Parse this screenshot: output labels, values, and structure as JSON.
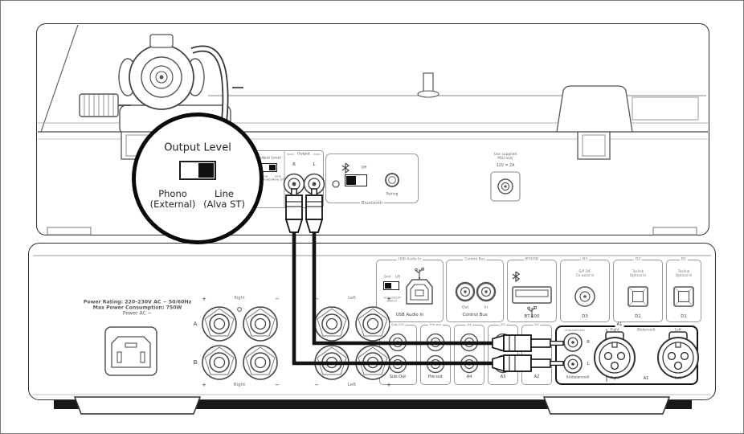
{
  "turntable": {
    "level": {
      "title": "Output Level",
      "phono": "Phono",
      "phono_sub": "(External)",
      "line": "Line",
      "line_sub": "(Alva ST)"
    },
    "output": {
      "label": "Output",
      "r": "R",
      "l": "L"
    },
    "bluetooth": {
      "label": "Bluetooth",
      "off": "Off",
      "pairing": "Pairing"
    },
    "power": {
      "note1": "Use supplied",
      "note2": "PSU only",
      "rating": "12V = 2A"
    }
  },
  "amp": {
    "power_lines": {
      "l1": "Power Rating: 220–230V AC ~ 50/60Hz",
      "l2": "Max Power Consumption: 750W",
      "l3": "Power AC ~"
    },
    "speakers": {
      "a": "A",
      "b": "B",
      "plus": "+",
      "minus": "−",
      "right": "Right",
      "left": "Left"
    },
    "usb_audio": {
      "name": "USB Audio In",
      "gnd": "Gnd",
      "lift": "Lift",
      "cap1": "Ground/Lift",
      "cap2": "Switch"
    },
    "control_bus": {
      "name": "Control Bus",
      "out": "Out",
      "in": "In"
    },
    "bt_usb": {
      "name": "BT/USB",
      "model": "BT 100"
    },
    "d3": {
      "name": "D3",
      "l1": "S/P DIF",
      "l2": "Co-axial In"
    },
    "d2": {
      "name": "D2",
      "l1": "Toslink",
      "l2": "Optical In"
    },
    "d1": {
      "name": "D1",
      "l1": "Toslink",
      "l2": "Optical In"
    },
    "sub_out": {
      "name": "Sub-Out"
    },
    "pre_out": {
      "name": "Pre-out"
    },
    "a4": {
      "name": "A4"
    },
    "a3": {
      "name": "A3"
    },
    "a2": {
      "name": "A2"
    },
    "a1": {
      "name": "A1",
      "unbalanced": "(Unbalanced)",
      "balanced": "(Balanced)",
      "r": "R",
      "l": "L",
      "right": "Right",
      "left": "Left"
    }
  }
}
